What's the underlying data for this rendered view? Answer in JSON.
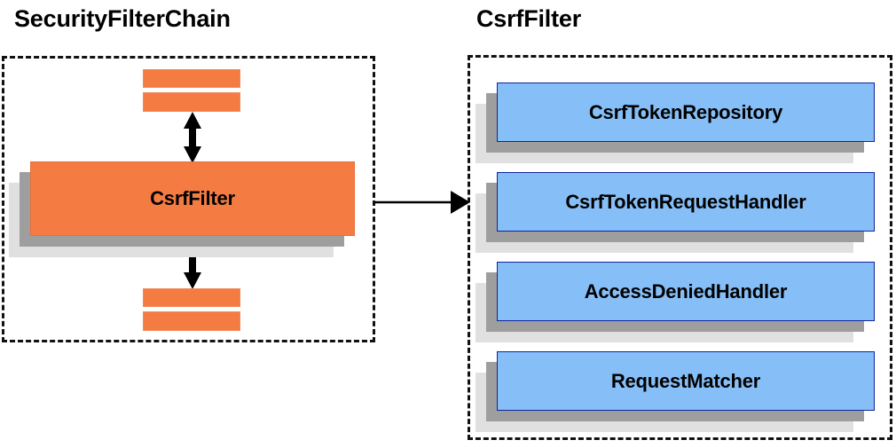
{
  "diagram": {
    "title_left": "SecurityFilterChain",
    "title_right": "CsrfFilter",
    "colors": {
      "orange": "#f47b42",
      "orange_border": "#e8703a",
      "blue": "#86bff7",
      "blue_border": "#10249a",
      "shadow_near": "#9e9e9e",
      "shadow_far": "#e0e0e0",
      "panel_border": "#111111",
      "text": "#000000"
    }
  },
  "left_panel": {
    "title": "SecurityFilterChain",
    "filter_box": {
      "label": "CsrfFilter"
    },
    "top_bars": [
      {
        "name": "filter-bar-top-1"
      },
      {
        "name": "filter-bar-top-2"
      }
    ],
    "bottom_bars": [
      {
        "name": "filter-bar-bottom-1"
      },
      {
        "name": "filter-bar-bottom-2"
      }
    ],
    "connectors": [
      {
        "name": "bidirectional-arrow-upper"
      },
      {
        "name": "bidirectional-arrow-lower"
      }
    ]
  },
  "right_panel": {
    "title": "CsrfFilter",
    "components": [
      {
        "label": "CsrfTokenRepository"
      },
      {
        "label": "CsrfTokenRequestHandler"
      },
      {
        "label": "AccessDeniedHandler"
      },
      {
        "label": "RequestMatcher"
      }
    ]
  },
  "cross_panel_arrow": {
    "name": "csrf-filter-expansion-arrow",
    "from": "CsrfFilter",
    "to": "CsrfFilter detail panel"
  }
}
